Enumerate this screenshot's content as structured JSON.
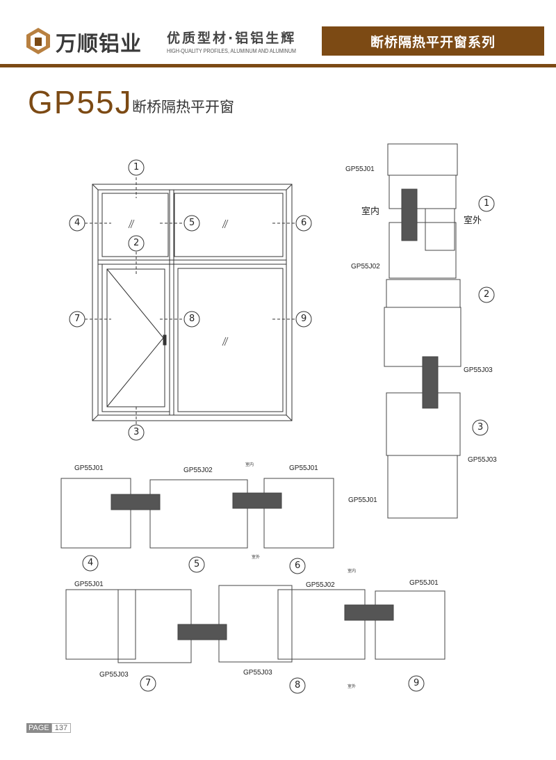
{
  "header": {
    "brand": "万顺铝业",
    "slogan": "优质型材·铝铝生辉",
    "slogan_en": "HIGH-QUALITY PROFILES, ALUMINUM AND ALUMINUM",
    "series": "断桥隔热平开窗系列"
  },
  "title": {
    "model": "GP55J",
    "subtitle": "断桥隔热平开窗"
  },
  "callouts": [
    "1",
    "2",
    "3",
    "4",
    "5",
    "6",
    "7",
    "8",
    "9"
  ],
  "profiles": {
    "j01": "GP55J01",
    "j02": "GP55J02",
    "j03": "GP55J03"
  },
  "labels": {
    "indoor": "室内",
    "outdoor": "室外"
  },
  "footer": {
    "page_label": "PAGE",
    "page_number": "137"
  },
  "colors": {
    "brand": "#7c4a14"
  }
}
